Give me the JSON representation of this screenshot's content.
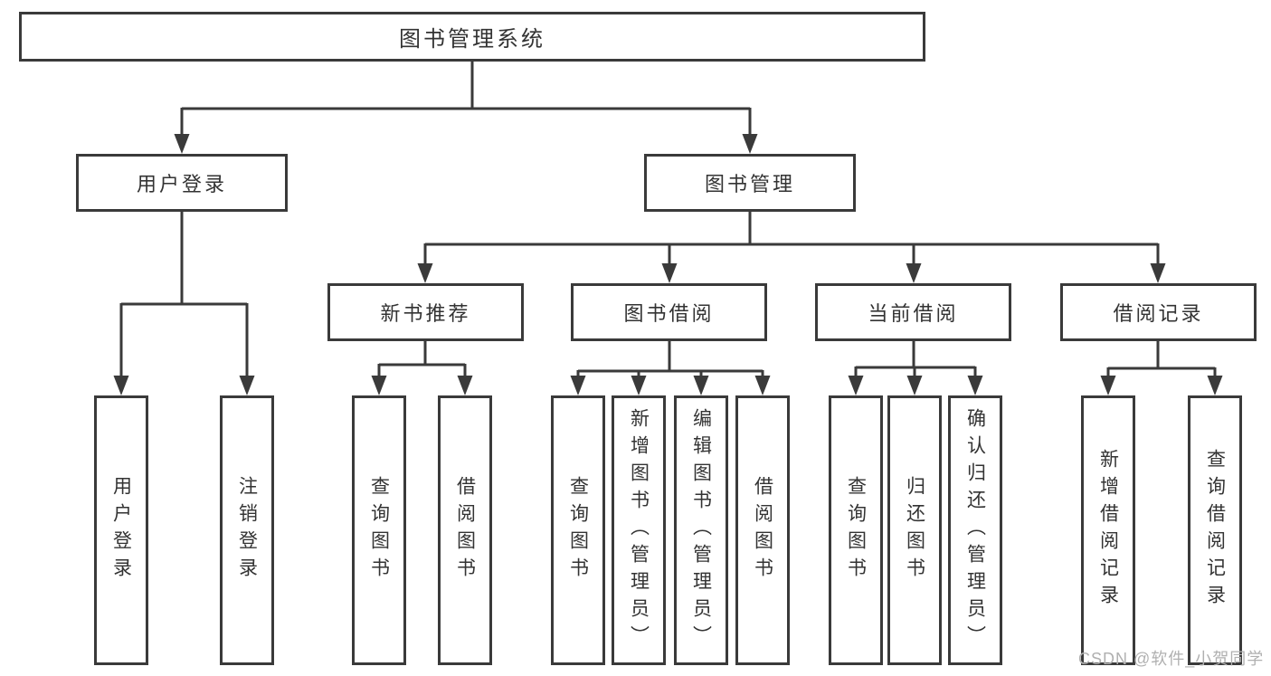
{
  "tree": {
    "root": {
      "label": "图书管理系统"
    },
    "branches": [
      {
        "label": "用户登录",
        "children": [
          {
            "label": "用户登录"
          },
          {
            "label": "注销登录"
          }
        ]
      },
      {
        "label": "图书管理",
        "children": [
          {
            "label": "新书推荐",
            "children": [
              {
                "label": "查询图书"
              },
              {
                "label": "借阅图书"
              }
            ]
          },
          {
            "label": "图书借阅",
            "children": [
              {
                "label": "查询图书"
              },
              {
                "label": "新增图书（管理员）"
              },
              {
                "label": "编辑图书（管理员）"
              },
              {
                "label": "借阅图书"
              }
            ]
          },
          {
            "label": "当前借阅",
            "children": [
              {
                "label": "查询图书"
              },
              {
                "label": "归还图书"
              },
              {
                "label": "确认归还（管理员）"
              }
            ]
          },
          {
            "label": "借阅记录",
            "children": [
              {
                "label": "新增借阅记录"
              },
              {
                "label": "查询借阅记录"
              }
            ]
          }
        ]
      }
    ]
  },
  "watermark": {
    "text": "CSDN @软件_小贺同学"
  },
  "colors": {
    "line": "#3a3a3a",
    "box_border": "#3a3a3a",
    "text": "#333333",
    "background": "#ffffff",
    "watermark": "#b0b0b0"
  }
}
